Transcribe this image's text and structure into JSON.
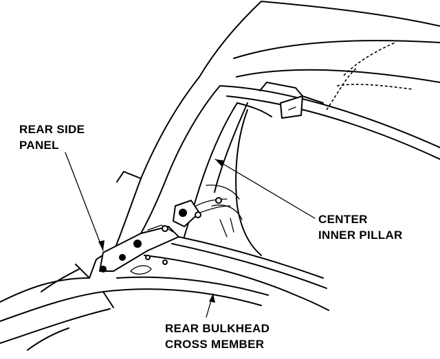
{
  "labels": {
    "rear_side_panel_line1": "REAR SIDE",
    "rear_side_panel_line2": "PANEL",
    "center_inner_pillar_line1": "CENTER",
    "center_inner_pillar_line2": "INNER PILLAR",
    "rear_bulkhead_line1": "REAR BULKHEAD",
    "rear_bulkhead_line2": "CROSS MEMBER"
  }
}
